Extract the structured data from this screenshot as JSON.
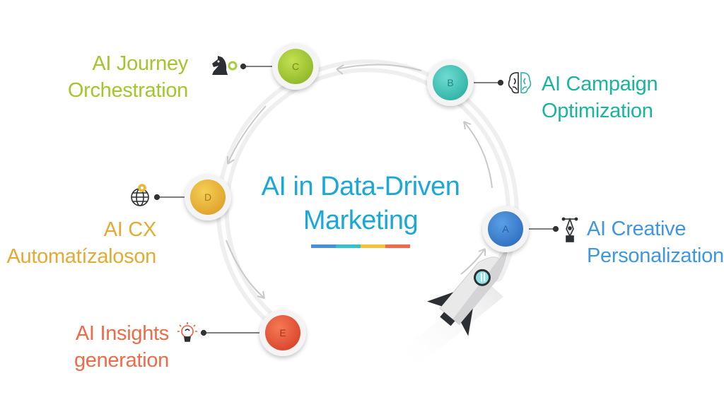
{
  "title": {
    "line1": "AI in Data-Driven",
    "line2": "Marketing",
    "color": "#1aa8d8"
  },
  "title_bar_colors": [
    "#4a8fd8",
    "#34c1c7",
    "#f0c23a",
    "#ef6a4a"
  ],
  "nodes": [
    {
      "letter": "A",
      "line1": "AI Creative",
      "line2": "Personalization",
      "color": "#3f86d4",
      "text_color": "#3e97e0",
      "icon": "pen-tool-icon"
    },
    {
      "letter": "B",
      "line1": "AI Campaign",
      "line2": "Optimization",
      "color": "#3fc6b8",
      "text_color": "#19b59d",
      "icon": "brain-icon"
    },
    {
      "letter": "C",
      "line1": "AI Journey",
      "line2": "Orchestration",
      "color": "#a9cc3a",
      "text_color": "#a3c62c",
      "icon": "chess-knight-icon"
    },
    {
      "letter": "D",
      "line1": "AI CX",
      "line2": "Automatízaloson",
      "color": "#eab83a",
      "text_color": "#e5aa34",
      "icon": "globe-pin-icon"
    },
    {
      "letter": "E",
      "line1": "AI Insights",
      "line2": "generation",
      "color": "#ee5b3e",
      "text_color": "#ef6a48",
      "icon": "lightbulb-icon"
    }
  ]
}
